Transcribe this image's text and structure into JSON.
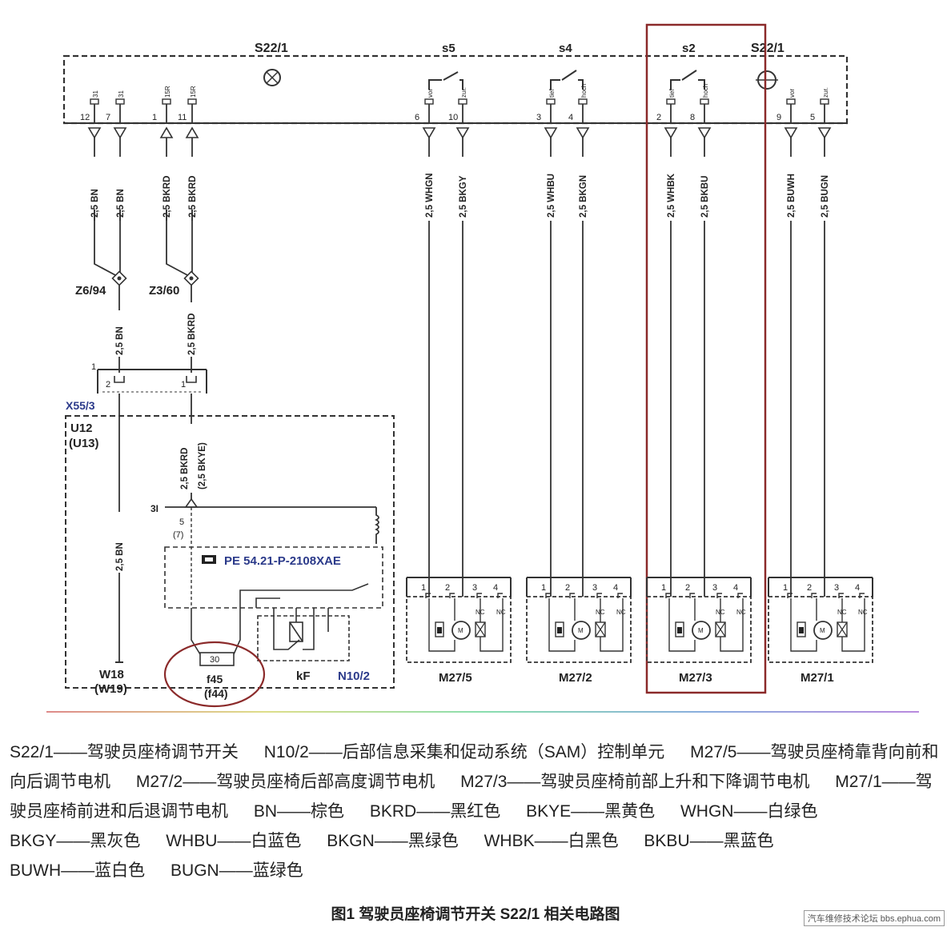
{
  "switch": {
    "label_left": "S22/1",
    "label_right": "S22/1",
    "s5": "s5",
    "s4": "s4",
    "s2": "s2"
  },
  "terminals": [
    {
      "pin": "12",
      "tag": "31",
      "wire": "2,5 BN"
    },
    {
      "pin": "7",
      "tag": "31",
      "wire": "2,5 BN"
    },
    {
      "pin": "1",
      "tag": "15R",
      "wire": "2,5 BKRD"
    },
    {
      "pin": "11",
      "tag": "15R",
      "wire": "2,5 BKRD"
    },
    {
      "pin": "6",
      "tag": "vor",
      "wire": "2,5 WHGN"
    },
    {
      "pin": "10",
      "tag": "zur.",
      "wire": "2,5 BKGY"
    },
    {
      "pin": "3",
      "tag": "tief",
      "wire": "2,5 WHBU"
    },
    {
      "pin": "4",
      "tag": "hoch",
      "wire": "2,5 BKGN"
    },
    {
      "pin": "2",
      "tag": "tief",
      "wire": "2,5 WHBK"
    },
    {
      "pin": "8",
      "tag": "hoch",
      "wire": "2,5 BKBU"
    },
    {
      "pin": "9",
      "tag": "vor",
      "wire": "2,5 BUWH"
    },
    {
      "pin": "5",
      "tag": "zur.",
      "wire": "2,5 BUGN"
    }
  ],
  "splices": {
    "z694": "Z6/94",
    "z360": "Z3/60"
  },
  "lower_wires": {
    "bn": "2,5 BN",
    "bkrd": "2,5 BKRD",
    "bn2": "2,5 BN",
    "bkrd2": "2,5 BKRD",
    "bkye": "(2,5 BKYE)"
  },
  "connector": {
    "pin_outer": "1",
    "pin_a": "2",
    "pin_b": "1",
    "name": "X55/3"
  },
  "sam": {
    "u12": "U12",
    "u13": "(U13)",
    "t31": "3I",
    "p5": "5",
    "p7": "(7)",
    "ref": "PE 54.21-P-2108XAE",
    "fuse_value": "30",
    "fuse": "f45",
    "fuse_alt": "(f44)",
    "relay": "kF",
    "module": "N10/2",
    "ground": "W18",
    "ground_alt": "(W19)"
  },
  "motors": [
    {
      "name": "M27/5",
      "pins": [
        "1",
        "2",
        "3",
        "4"
      ],
      "nc": "NC",
      "m": "M"
    },
    {
      "name": "M27/2",
      "pins": [
        "1",
        "2",
        "3",
        "4"
      ],
      "nc": "NC",
      "m": "M"
    },
    {
      "name": "M27/3",
      "pins": [
        "1",
        "2",
        "3",
        "4"
      ],
      "nc": "NC",
      "m": "M"
    },
    {
      "name": "M27/1",
      "pins": [
        "1",
        "2",
        "3",
        "4"
      ],
      "nc": "NC",
      "m": "M"
    }
  ],
  "legend": [
    "S22/1——驾驶员座椅调节开关",
    "N10/2——后部信息采集和促动系统（SAM）控制单元",
    "M27/5——驾驶员座椅靠背向前和向后调节电机",
    "M27/2——驾驶员座椅后部高度调节电机",
    "M27/3——驾驶员座椅前部上升和下降调节电机",
    "M27/1——驾驶员座椅前进和后退调节电机",
    "BN——棕色",
    "BKRD——黑红色",
    "BKYE——黑黄色",
    "WHGN——白绿色",
    "BKGY——黑灰色",
    "WHBU——白蓝色",
    "BKGN——黑绿色",
    "WHBK——白黑色",
    "BKBU——黑蓝色",
    "BUWH——蓝白色",
    "BUGN——蓝绿色"
  ],
  "caption": "图1  驾驶员座椅调节开关 S22/1 相关电路图",
  "watermark": "汽车维修技术论坛 bbs.ephua.com",
  "colors": {
    "highlight": "#8b2a2a",
    "module_label": "#2b3a8a"
  }
}
